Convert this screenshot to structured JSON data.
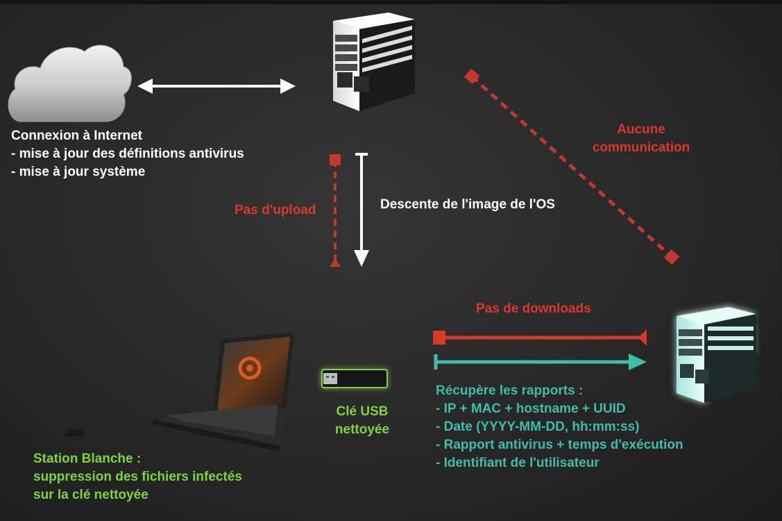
{
  "internet": {
    "title": "Connexion à Internet",
    "items": [
      "-  mise à jour des définitions antivirus",
      "-  mise à jour système"
    ]
  },
  "labels": {
    "no_communication": [
      "Aucune",
      "communication"
    ],
    "no_upload": "Pas d'upload",
    "os_image_download": "Descente de l'image de l'OS",
    "no_downloads": "Pas de downloads",
    "usb_key": [
      "Clé USB",
      "nettoyée"
    ]
  },
  "station": {
    "lines": [
      "Station Blanche :",
      "suppression des fichiers infectés",
      "sur la clé nettoyée"
    ]
  },
  "reports": {
    "title": "Récupère les rapports :",
    "items": [
      "-  IP + MAC + hostname + UUID",
      "-  Date (YYYY-MM-DD, hh:mm:ss)",
      "-  Rapport antivirus + temps d'exécution",
      "-  Identifiant de l'utilisateur"
    ]
  },
  "colors": {
    "white": "#ffffff",
    "red": "#d9392b",
    "green": "#7dd43c",
    "teal": "#3dbdaa"
  },
  "icons": [
    "cloud-icon",
    "server-icon",
    "laptop-icon",
    "usb-key-icon",
    "server-icon"
  ]
}
